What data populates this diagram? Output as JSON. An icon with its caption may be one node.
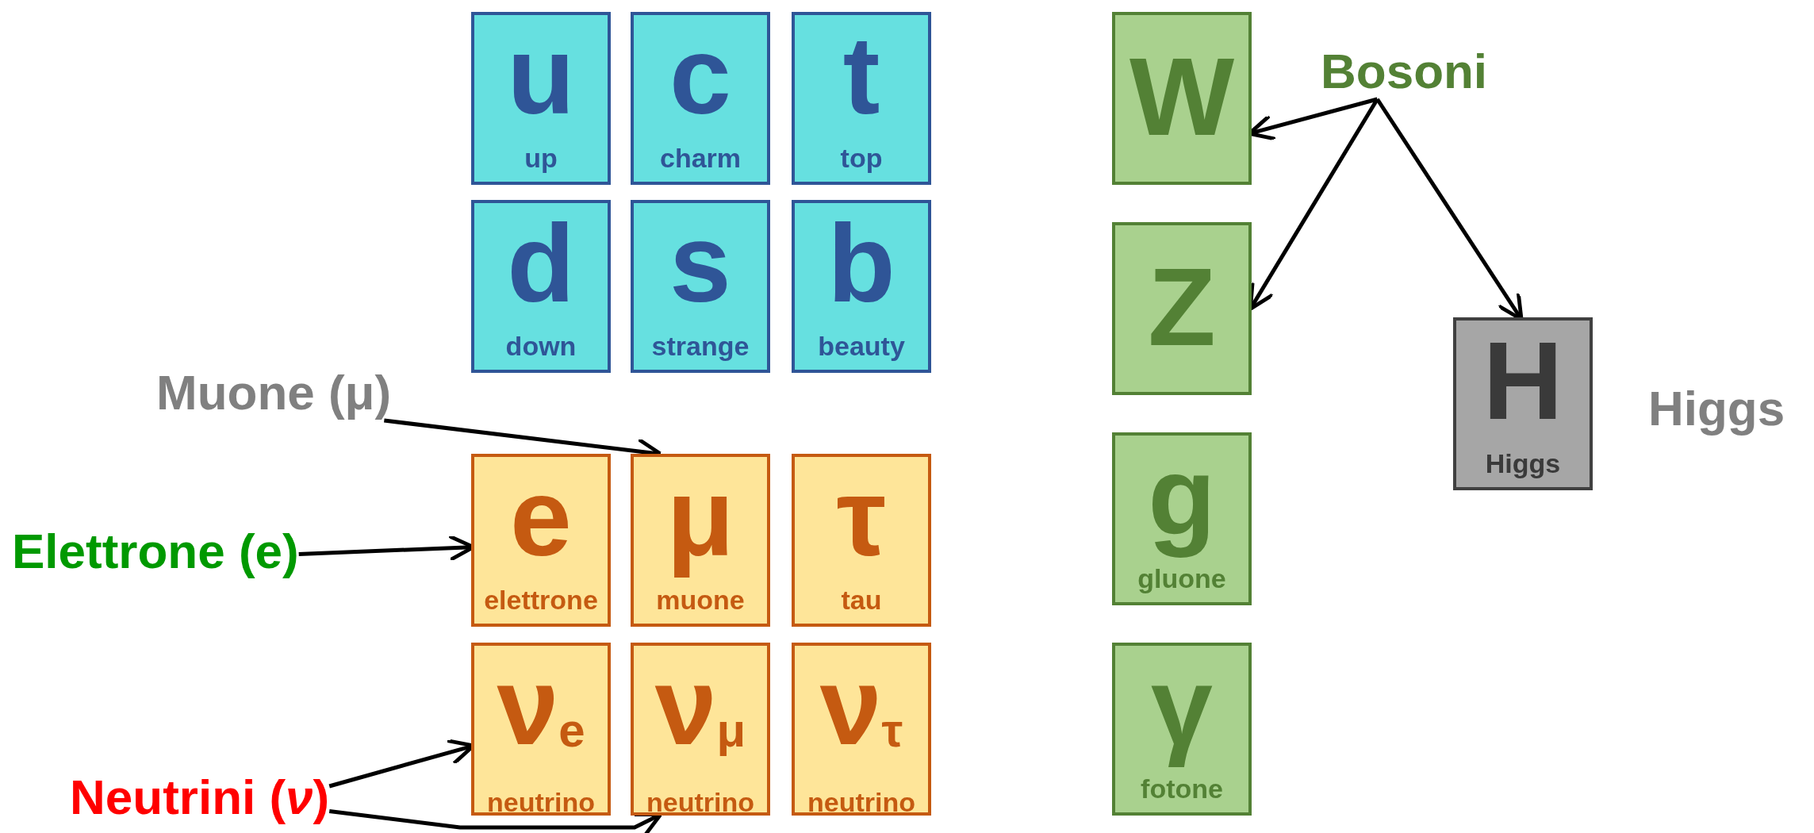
{
  "diagram": {
    "nodes": [
      {
        "text": [
          "u",
          "up"
        ]
      },
      {
        "text": [
          "c",
          "charm"
        ]
      },
      {
        "text": [
          "t",
          "top"
        ]
      },
      {
        "text": [
          "d",
          "down"
        ]
      },
      {
        "text": [
          "s",
          "strange"
        ]
      },
      {
        "text": [
          "b",
          "beauty"
        ]
      },
      {
        "text": [
          "e",
          "elettrone"
        ]
      },
      {
        "text": [
          "μ",
          "muone"
        ]
      },
      {
        "text": [
          "τ",
          "tau"
        ]
      },
      {
        "text": [
          "ν$_{e}$",
          "neutrino"
        ]
      },
      {
        "text": [
          "ν$_{μ}$",
          "neutrino"
        ]
      },
      {
        "text": [
          "ν$_{τ}$",
          "neutrino"
        ]
      },
      {
        "text": [
          "W"
        ]
      },
      {
        "text": [
          "Z"
        ]
      },
      {
        "text": [
          "g",
          "gluone"
        ]
      },
      {
        "text": [
          "γ",
          "fotone"
        ]
      },
      {
        "text": [
          "H",
          "Higgs"
        ]
      },
      {
        "text": [
          "Bosoni"
        ]
      },
      {
        "text": [
          "Muone (μ)"
        ]
      },
      {
        "text": [
          "Elettrone (e)"
        ]
      },
      {
        "text": [
          "Neutrini (*ν*)"
        ]
      }
    ],
    "edges": [
      {
        "from": 17,
        "to": 12,
        "arrow": "to"
      },
      {
        "from": 17,
        "to": 13,
        "arrow": "to"
      },
      {
        "from": 17,
        "to": 16,
        "arrow": "to"
      },
      {
        "from": 18,
        "to": 7,
        "arrow": "to"
      },
      {
        "from": 19,
        "to": 6,
        "arrow": "to"
      },
      {
        "from": 20,
        "to": 9,
        "arrow": "to"
      },
      {
        "from": 20,
        "to": 10,
        "arrow": "to"
      }
    ],
    "labels": [
      "Higgs"
    ]
  }
}
